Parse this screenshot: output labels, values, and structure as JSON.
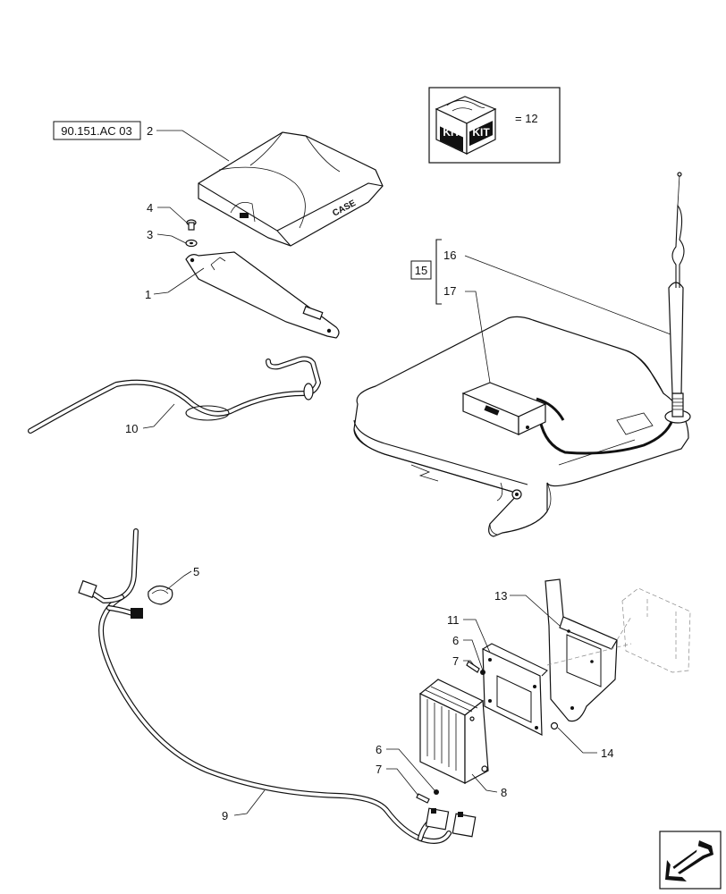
{
  "reference_box": {
    "text": "90.151.AC 03"
  },
  "kit_box": {
    "kit_text_left": "KIT",
    "kit_text_right": "KIT",
    "equals_text": "= 12"
  },
  "group_box": {
    "text": "15"
  },
  "cab_logo": {
    "text": "CASE"
  },
  "callouts": {
    "c1": "1",
    "c2": "2",
    "c3": "3",
    "c4": "4",
    "c5": "5",
    "c6a": "6",
    "c6b": "6",
    "c7a": "7",
    "c7b": "7",
    "c8": "8",
    "c9": "9",
    "c10": "10",
    "c11": "11",
    "c13": "13",
    "c14": "14",
    "c16": "16",
    "c17": "17"
  },
  "nav_icon": {
    "name": "next-page-arrow-icon"
  }
}
